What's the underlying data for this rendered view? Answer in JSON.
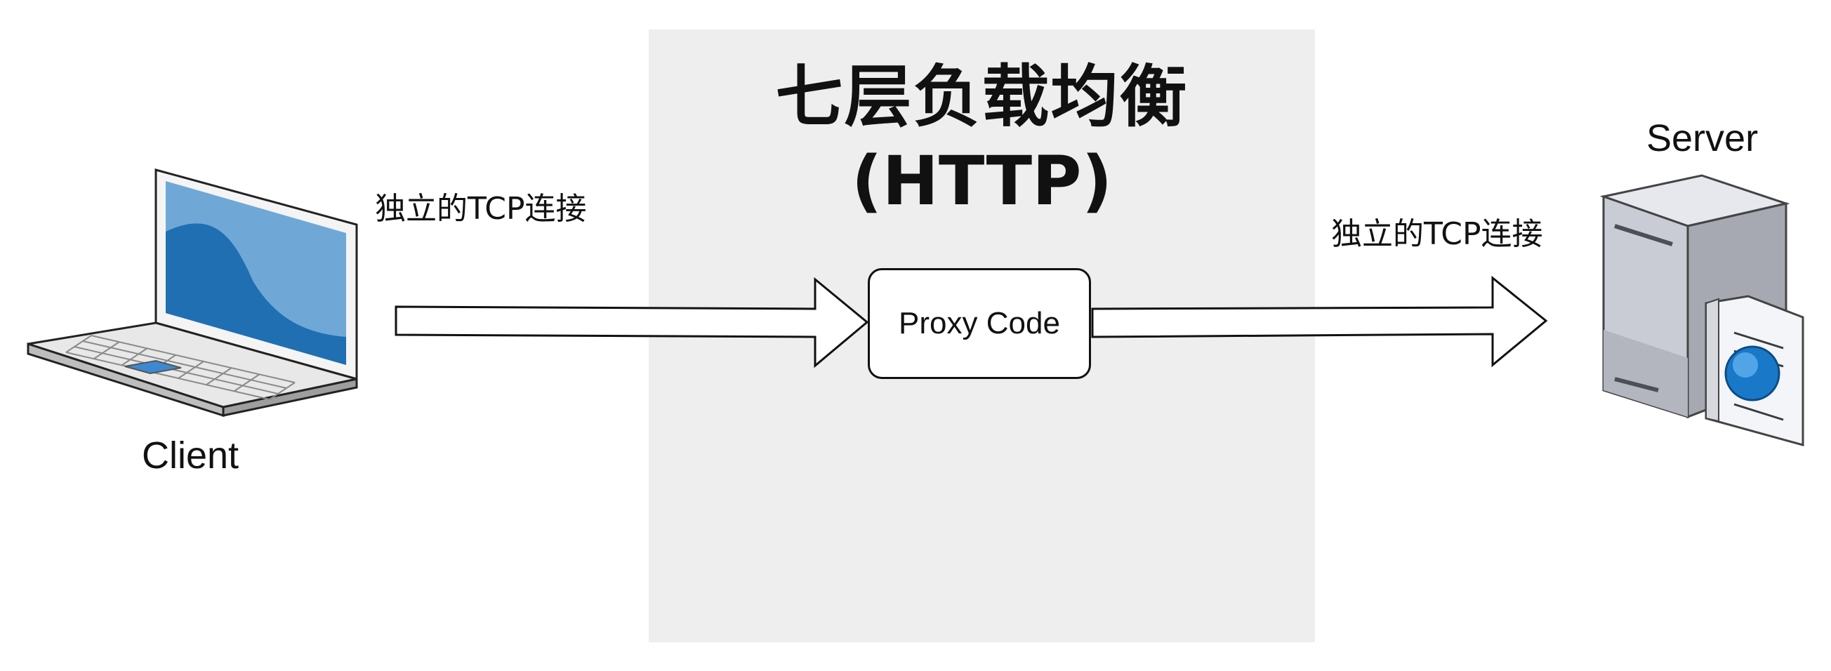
{
  "diagram": {
    "title": "七层负载均衡",
    "subtitle": "(HTTP)",
    "left_connection_label": "独立的TCP连接",
    "right_connection_label": "独立的TCP连接",
    "proxy_label": "Proxy Code",
    "client_label": "Client",
    "server_label": "Server"
  },
  "colors": {
    "panel_background": "#eeeeee",
    "screen_blue": "#1f6fb2",
    "screen_light_blue": "#6fa8d6",
    "globe_blue": "#1a78c8"
  }
}
